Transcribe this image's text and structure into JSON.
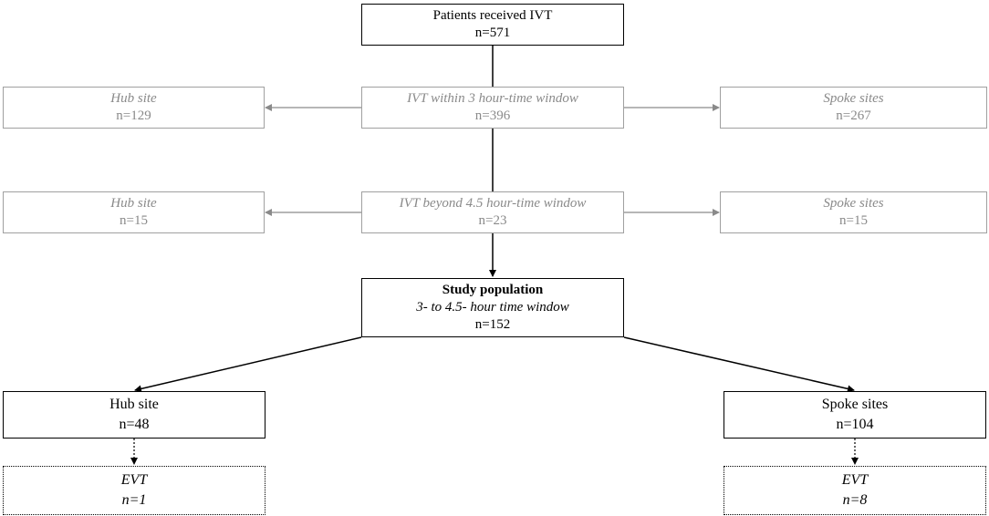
{
  "flowchart": {
    "top": {
      "title": "Patients received IVT",
      "count": "n=571"
    },
    "row1": {
      "left": {
        "title": "Hub site",
        "count": "n=129"
      },
      "center": {
        "title": "IVT within 3 hour-time window",
        "count": "n=396"
      },
      "right": {
        "title": "Spoke sites",
        "count": "n=267"
      }
    },
    "row2": {
      "left": {
        "title": "Hub site",
        "count": "n=15"
      },
      "center": {
        "title": "IVT beyond 4.5 hour-time window",
        "count": "n=23"
      },
      "right": {
        "title": "Spoke sites",
        "count": "n=15"
      }
    },
    "study": {
      "title": "Study population",
      "subtitle": "3- to 4.5- hour time window",
      "count": "n=152"
    },
    "hub": {
      "title": "Hub site",
      "count": "n=48"
    },
    "spoke": {
      "title": "Spoke sites",
      "count": "n=104"
    },
    "hub_evt": {
      "title": "EVT",
      "count": "n=1"
    },
    "spoke_evt": {
      "title": "EVT",
      "count": "n=8"
    }
  },
  "colors": {
    "main_border": "#000000",
    "excluded_border": "#a0a0a0",
    "excluded_text": "#8a8a8a"
  }
}
